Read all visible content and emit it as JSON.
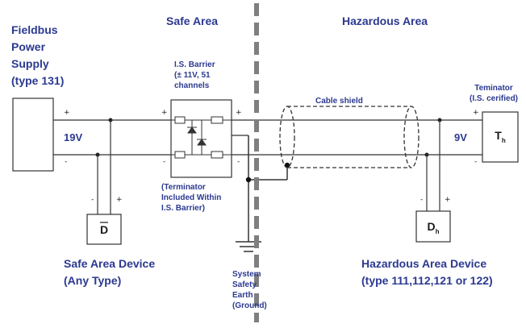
{
  "titles": {
    "power_supply": "Fieldbus\nPower\nSupply\n(type 131)",
    "safe_area": "Safe Area",
    "hazardous_area": "Hazardous Area"
  },
  "barrier": {
    "label": "I.S. Barrier\n(± 11V, 51\nchannels",
    "terminator_note": "(Terminator\nIncluded Within\nI.S. Barrier)"
  },
  "cable_shield": "Cable shield",
  "terminator": {
    "label": "Teminator\n(I.S. cerified)",
    "symbol": "T",
    "subscript": "h"
  },
  "voltages": {
    "left": "19V",
    "right": "9V"
  },
  "safe_device": {
    "symbol": "D",
    "caption": "Safe Area Device\n(Any Type)"
  },
  "haz_device": {
    "symbol": "D",
    "subscript": "h",
    "caption": "Hazardous Area Device\n(type 111,112,121 or 122)"
  },
  "earth": "System\nSafety\nEarth\n(Ground)",
  "polarity": {
    "plus": "+",
    "minus": "-"
  },
  "colors": {
    "label_blue": "#2b3990",
    "divider": "#7f7f7f"
  }
}
